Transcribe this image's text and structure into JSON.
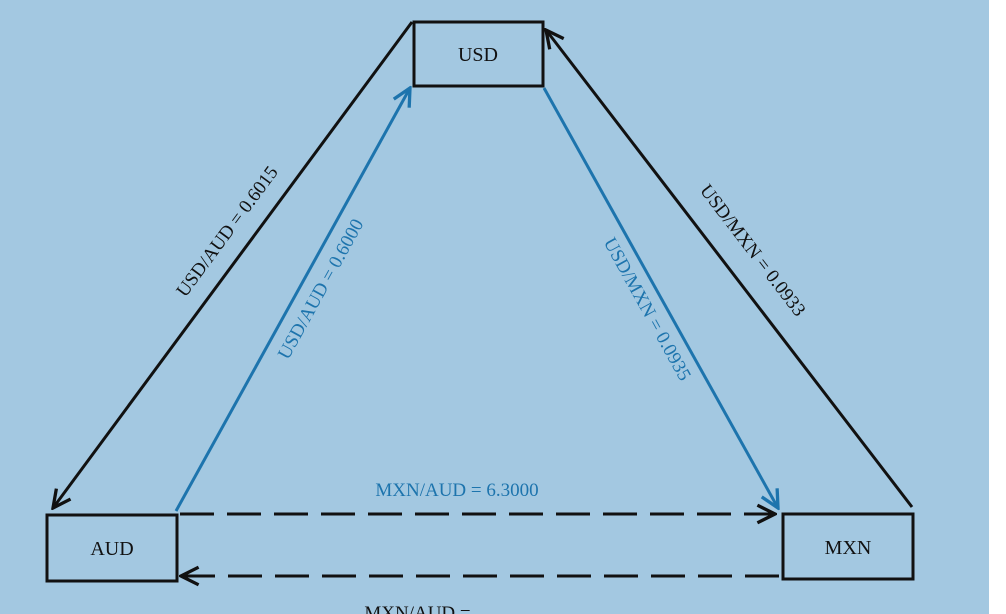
{
  "nodes": {
    "usd": "USD",
    "aud": "AUD",
    "mxn": "MXN"
  },
  "edges": {
    "usd_to_aud": "USD/AUD = 0.6015",
    "aud_to_usd": "USD/AUD = 0.6000",
    "usd_to_mxn": "USD/MXN = 0.0935",
    "mxn_to_usd": "USD/MXN = 0.0933",
    "aud_to_mxn": "MXN/AUD = 6.3000",
    "mxn_to_aud": "MXN/AUD = ..."
  },
  "colors": {
    "background": "#a3c8e1",
    "black_path": "#111111",
    "blue_path": "#1d74ad"
  }
}
